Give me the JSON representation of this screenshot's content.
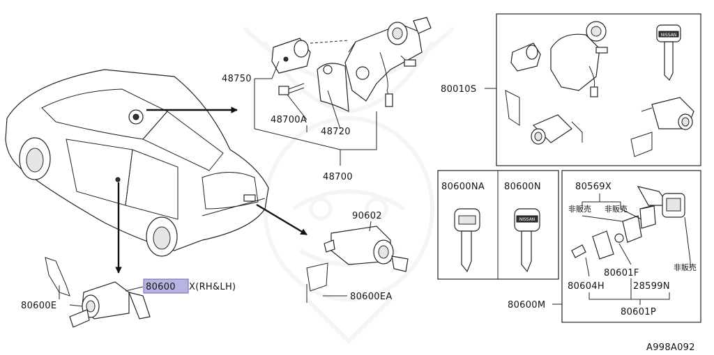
{
  "labels": {
    "p48750": "48750",
    "p48700a": "48700A",
    "p48720": "48720",
    "p48700": "48700",
    "p80010s": "80010S",
    "p90602": "90602",
    "p80600x": "80600",
    "p80600x_suffix": "X(RH&LH)",
    "p80600e": "80600E",
    "p80600ea": "80600EA",
    "p80600na": "80600NA",
    "p80600n": "80600N",
    "p80569x": "80569X",
    "hanbai_left": "非販売",
    "hanbai_right": "非販売",
    "hanbai_lower": "非販売",
    "p80601f": "80601F",
    "p80604h": "80604H",
    "p28599n": "28599N",
    "p80600m": "80600M",
    "p80601p": "80601P",
    "key_brand": "NISSAN",
    "key_brand_2": "NISSAN",
    "diagram_id": "A998A092"
  },
  "highlight": {
    "part": "80600",
    "color": "#b7b4e0"
  }
}
